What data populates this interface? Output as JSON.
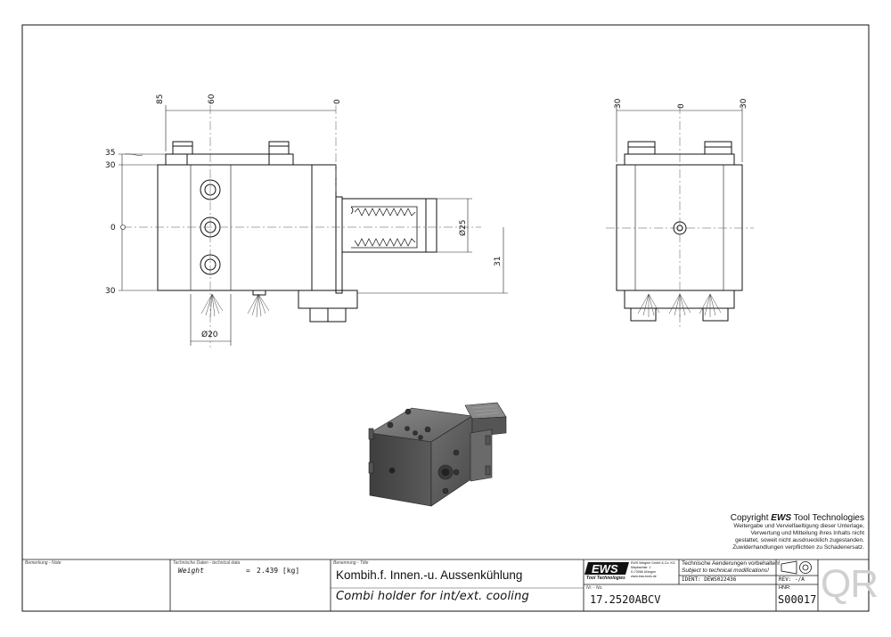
{
  "dimensions": {
    "top_left": [
      "85",
      "60",
      "0"
    ],
    "left_side": [
      "35",
      "30",
      "0",
      "30"
    ],
    "diameter_25": "Ø25",
    "dim_31": "31",
    "diameter_20": "Ø20",
    "top_right": [
      "30",
      "0",
      "30"
    ]
  },
  "copyright": {
    "title_prefix": "Copyright ",
    "title_brand": "EWS",
    "title_suffix": " Tool Technologies",
    "lines": [
      "Weitergabe und Vervielfaeltigung dieser Unterlage,",
      "Verwertung und Mitteilung ihres Inhalts nicht",
      "gestattet, soweit nicht ausdruecklich zugestanden.",
      "Zuwiderhandlungen verpflichten zu Schadenersatz."
    ]
  },
  "title_block": {
    "note_label": "Bemerkung - Note",
    "tech_label": "Technische Daten - technical data",
    "weight_label": "Weight",
    "weight_eq": "=",
    "weight_value": "2.439 [kg]",
    "title_label": "Benennung - Title",
    "title_de": "Kombih.f. Innen.-u. Aussenkühlung",
    "title_en": "Combi holder for int/ext. cooling",
    "logo_text": "EWS",
    "logo_sub": "Tool Technologies",
    "company_lines": [
      "EWS Weigele GmbH & Co. KG",
      "Maybachstr. 1",
      "D-73066 Uhingen",
      "www.ews-tools.de"
    ],
    "no_label": "Nr. - No.",
    "part_no": "17.2520ABCV",
    "changes_de": "Technische Aenderungen vorbehalten!",
    "changes_en": "Subject to technical modifications!",
    "ident": "IDENT: DEWS022436",
    "rev": "REV: -/A",
    "hnr_label": "HNR:",
    "hnr_value": "S00017",
    "qr_label": "QR"
  }
}
